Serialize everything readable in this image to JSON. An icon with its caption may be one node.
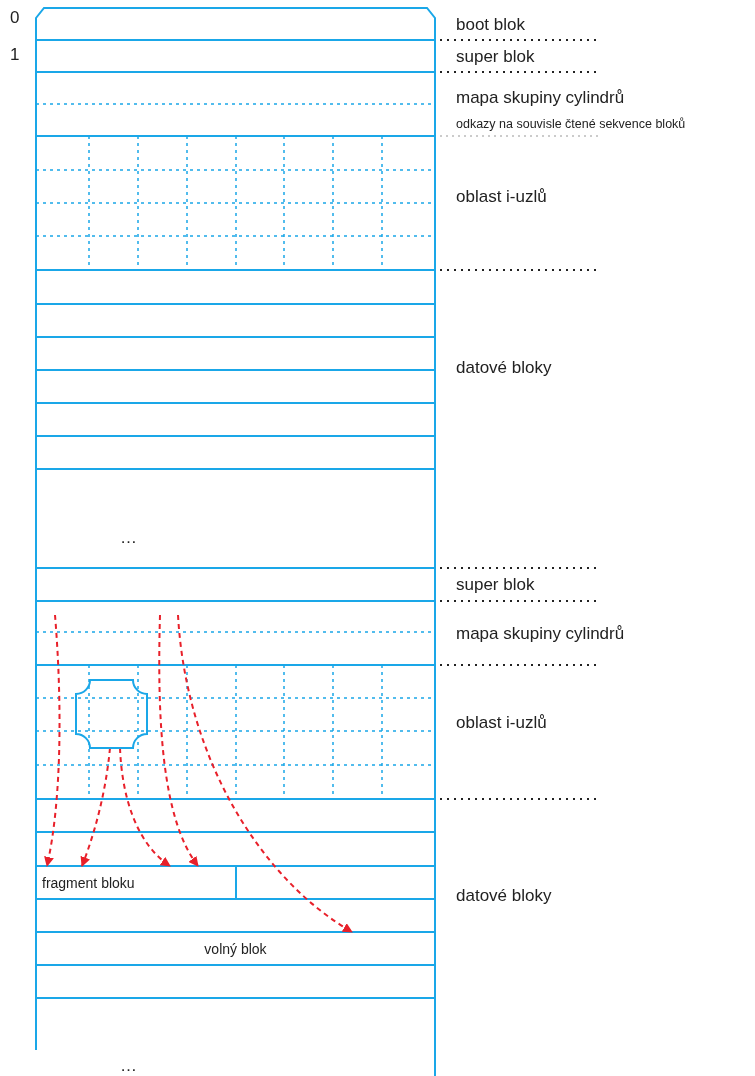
{
  "diagram": {
    "nodes": [
      {
        "text": [],
        "shape": "box"
      },
      {
        "text": [
          "fragment bloku"
        ]
      },
      {
        "text": [
          "volný blok"
        ]
      }
    ],
    "edges": [
      {
        "from": null,
        "to": 1,
        "arrow": "to",
        "style": "dashed"
      },
      {
        "from": 0,
        "to": 1,
        "arrow": "to",
        "style": "dashed"
      },
      {
        "from": 0,
        "to": 1,
        "arrow": "to",
        "style": "dashed"
      },
      {
        "from": null,
        "to": 1,
        "arrow": "to",
        "style": "dashed"
      },
      {
        "from": null,
        "to": 2,
        "arrow": "to",
        "style": "dashed"
      }
    ],
    "labels": [
      "0",
      "boot blok",
      "1",
      "super blok",
      "mapa skupiny cylindrů",
      "odkazy na souvisle čtené sekvence bloků",
      "oblast i-uzlů",
      "datové bloky",
      "…",
      "super blok",
      "mapa skupiny cylindrů",
      "oblast i-uzlů",
      "datové bloky",
      "…"
    ]
  }
}
